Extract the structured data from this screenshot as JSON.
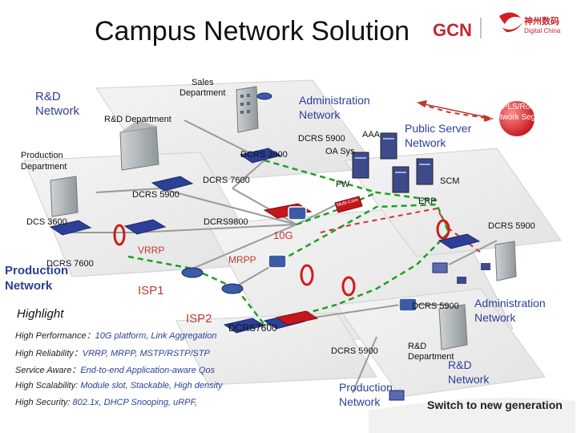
{
  "header": {
    "title": "Campus Network Solution",
    "logo_cn": "神州数码",
    "logo_en": "Digital China",
    "logo_gcn": "GCN"
  },
  "left_labels": {
    "rd_network": "R&D\nNetwork",
    "production_department": "Production\nDepartment",
    "production_network": "Production\nNetwork"
  },
  "top_labels": {
    "sales_department": "Sales\nDepartment",
    "rd_department": "R&D Department",
    "administration_network": "Administration\nNetwork",
    "public_server_network": "Public Server\nNetwork",
    "mpls_routing": "MPLS/Routing\nNetwork Segment",
    "aaa": "AAA",
    "oa_sys": "OA Sys",
    "scm": "SCM",
    "erp": "ERP",
    "fw": "FW"
  },
  "devices": {
    "dcrs_5900_top": "DCRS 5900",
    "dcrs_3900": "DCRS 3900",
    "dcrs_7600_top": "DCRS 7600",
    "dcrs_5900_left": "DCRS 5900",
    "dcs_3600": "DCS 3600",
    "dcrs_9800": "DCRS9800",
    "dcrs_5900_right": "DCRS 5900",
    "dcrs_7600_left": "DCRS 7600",
    "dcrs_5900_mid": "DCRS 5900",
    "dcrs_7600_center": "DCRS7600",
    "dcrs_5900_bottom": "DCRS 5900"
  },
  "links": {
    "ten_g": "10G",
    "vrrp": "VRRP",
    "mrpp": "MRPP",
    "isp1": "ISP1",
    "isp2": "ISP2",
    "multicore": "Multi-Core"
  },
  "right_labels": {
    "administration_network": "Administration\nNetwork",
    "rd_department": "R&D\nDepartment",
    "rd_network": "R&D\nNetwork",
    "production_network": "Production\nNetwork"
  },
  "highlights": {
    "heading": "Highlight",
    "items": [
      {
        "label": "High Performance：",
        "value": "10G platform, Link Aggregation"
      },
      {
        "label": "High Reliability：",
        "value": "VRRP, MRPP, MSTP/RSTP/STP"
      },
      {
        "label": "Service Aware：",
        "value": "End-to-end Application-aware Qos"
      },
      {
        "label": "High Scalability: ",
        "value": "Module slot, Stackable, High density"
      },
      {
        "label": "High Security: ",
        "value": "802.1x, DHCP Snooping, uRPF,"
      }
    ]
  },
  "footer": {
    "slogan": "Switch to new generation"
  },
  "colors": {
    "link_green": "#1fa01f",
    "link_red": "#c0392b",
    "switch_blue": "#2d3f96",
    "router_blue": "#3b5ba5",
    "mpls_red": "#d92a2a",
    "title": "#111111"
  }
}
